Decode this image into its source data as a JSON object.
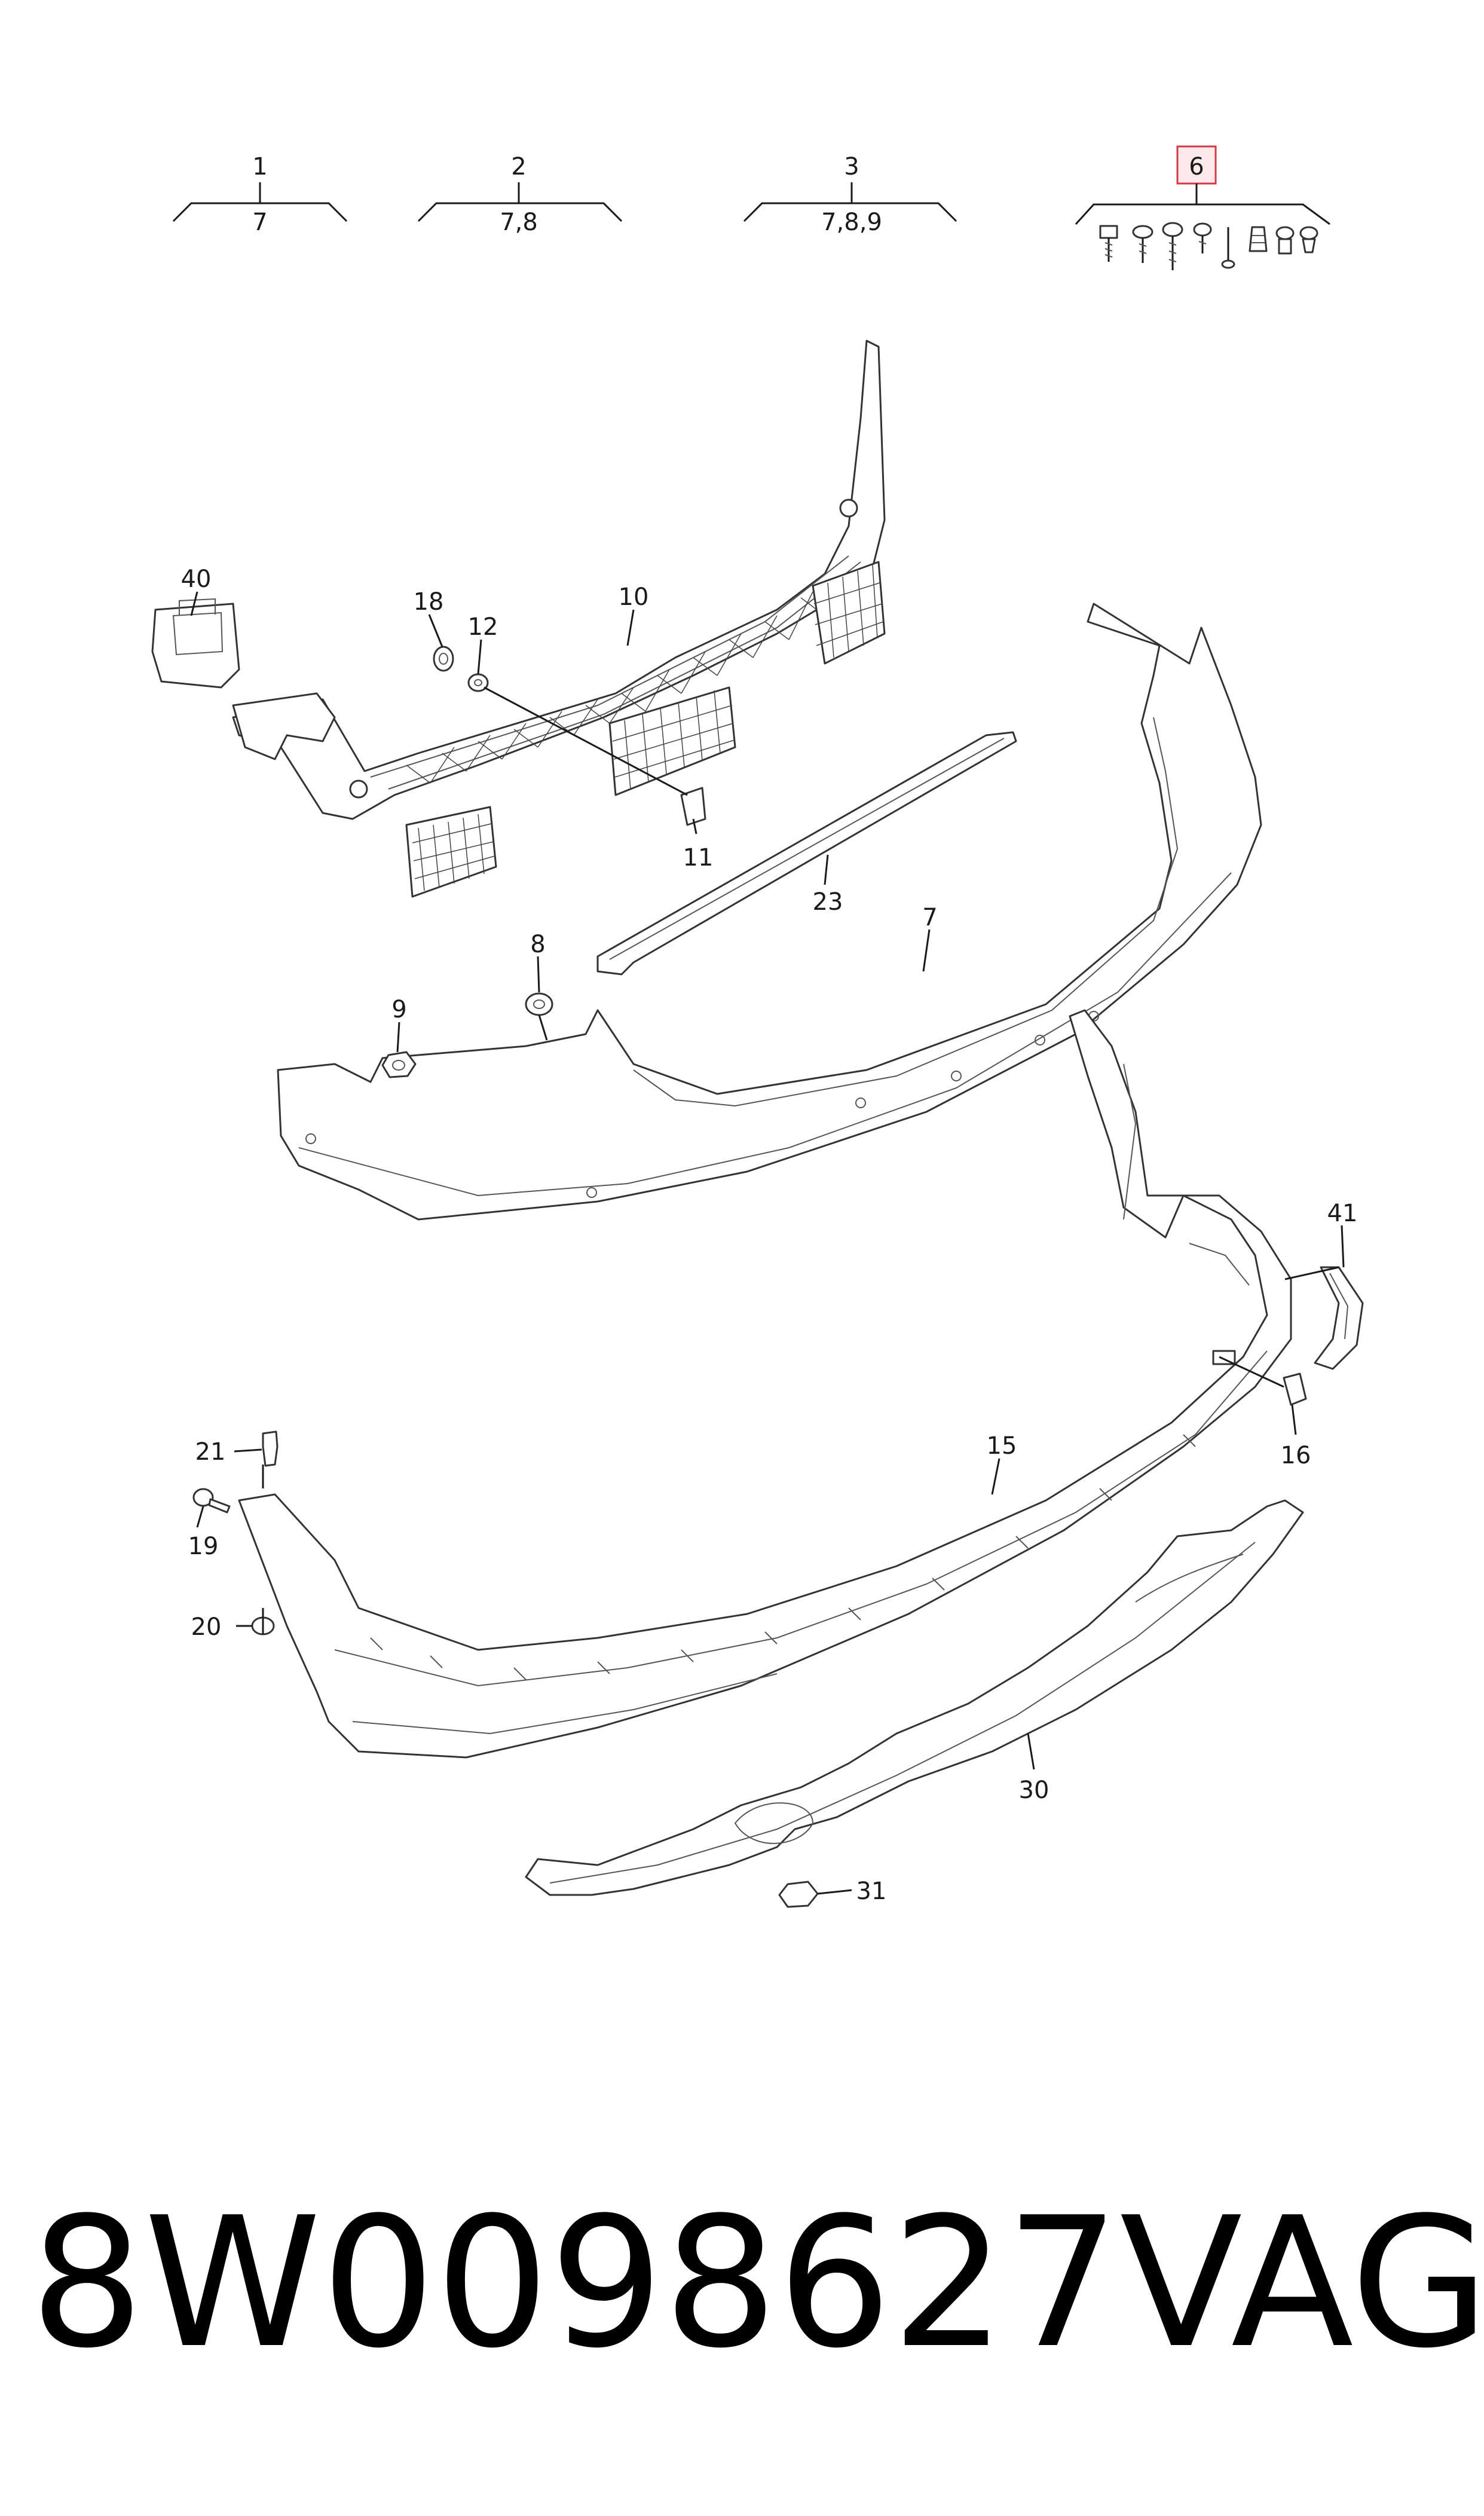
{
  "kits": [
    {
      "number": "1",
      "contents": "7"
    },
    {
      "number": "2",
      "contents": "7,8"
    },
    {
      "number": "3",
      "contents": "7,8,9"
    },
    {
      "number": "6",
      "contents": ""
    }
  ],
  "callouts": {
    "c40": "40",
    "c18": "18",
    "c12": "12",
    "c10": "10",
    "c11": "11",
    "c23": "23",
    "c7": "7",
    "c8": "8",
    "c9": "9",
    "c41": "41",
    "c16": "16",
    "c15": "15",
    "c21": "21",
    "c19": "19",
    "c20": "20",
    "c30": "30",
    "c31": "31"
  },
  "colors": {
    "highlight_border": "#d23a4a",
    "highlight_fill": "#fde8ea",
    "ink": "#1a1a1a"
  },
  "footer": {
    "part_number": "8W0098627",
    "brand": "VAG"
  }
}
